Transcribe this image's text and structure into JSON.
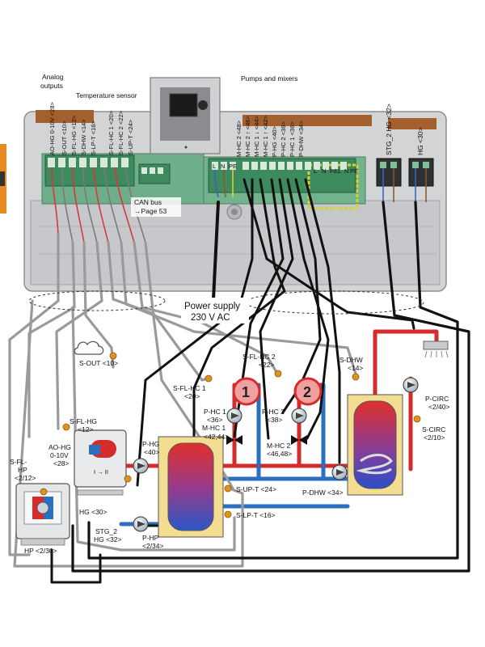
{
  "headers": {
    "analog_outputs_1": "Analog",
    "analog_outputs_2": "outputs",
    "temperature_sensor": "Temperature sensor",
    "pumps_and_mixers": "Pumps and mixers"
  },
  "terminals_left": [
    "AO-HG 0-10V <28>",
    "S-OUT <10>",
    "S-FL-HG <12>",
    "S-DHW <14>",
    "S-LP-T <16>",
    "S-FL-HC 1 <20>",
    "S-FL-HC 2 <22>",
    "S-UP-T <24>"
  ],
  "terminals_right": [
    "M-HC 2 <48>",
    "M-HC 2 ↑ <46>",
    "M-HC 1 ↓ <44>",
    "M-HC 1 ↑ <42>",
    "P-HG <40>",
    "P-HC 2 <38>",
    "P-HC 1 <36>",
    "P-DHW <34>"
  ],
  "terminals_far": [
    "STG_2 HG <32>",
    "HG <30>"
  ],
  "can_bus": {
    "line1": "CAN bus",
    "line2": "→Page 53"
  },
  "power": {
    "line1": "Power supply",
    "line2": "230 V AC"
  },
  "strip_letters": [
    "L",
    "N",
    "PE",
    "L",
    "N",
    "PE",
    "L",
    "N",
    "PE"
  ],
  "circuits": {
    "c1": "1",
    "c2": "2"
  },
  "labels": {
    "s_out": "S-OUT <10>",
    "s_fl_hc2_a": "S-FL-HC 2",
    "s_fl_hc2_b": "<22>",
    "s_fl_hc1_a": "S-FL-HC 1",
    "s_fl_hc1_b": "<20>",
    "p_hc1_a": "P-HC 1",
    "p_hc1_b": "<36>",
    "m_hc1_a": "M-HC 1",
    "m_hc1_b": "<42,44>",
    "p_hc2_a": "P-HC 2",
    "p_hc2_b": "<38>",
    "m_hc2_a": "M-HC 2",
    "m_hc2_b": "<46,48>",
    "s_fl_hg_a": "S-FL-HG",
    "s_fl_hg_b": "<12>",
    "ao_hg_a": "AO-HG",
    "ao_hg_b": "0-10V",
    "ao_hg_c": "<28>",
    "p_hg_a": "P-HG",
    "p_hg_b": "<40>",
    "s_fl_hp_a": "S-FL-",
    "s_fl_hp_b": "HP",
    "s_fl_hp_c": "<2/12>",
    "hg": "HG <30>",
    "stg2_a": "STG_2",
    "stg2_b": "HG <32>",
    "p_hp_a": "P-HP",
    "p_hp_b": "<2/34>",
    "hp": "HP <2/30>",
    "s_up_t": "S-UP-T <24>",
    "s_lp_t": "S-LP-T <16>",
    "s_dhw_a": "S-DHW",
    "s_dhw_b": "<14>",
    "p_circ_a": "P-CIRC",
    "p_circ_b": "<2/40>",
    "s_circ_a": "S-CIRC",
    "s_circ_b": "<2/10>",
    "p_dhw": "P-DHW <34>",
    "boiler_mode": "I → II"
  },
  "colors": {
    "red": "#d42b2b",
    "blue": "#2a6fc0",
    "gray_wire": "#9a9a9a",
    "black_wire": "#111111",
    "tank_yellow": "#f3dd92",
    "housing": "#d5d7d8",
    "pcb_green": "#6fae8a",
    "sensor_orange": "#e0921f"
  }
}
